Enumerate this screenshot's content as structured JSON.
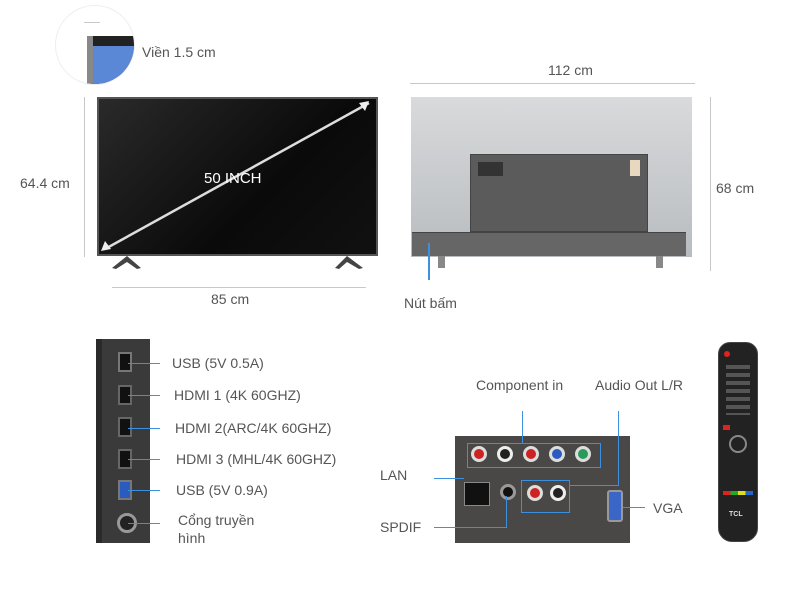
{
  "bezel": {
    "label": "Viền 1.5 cm"
  },
  "front": {
    "diagonal": "50 INCH",
    "height": "64.4 cm",
    "width": "85 cm"
  },
  "back": {
    "width": "112 cm",
    "height": "68 cm",
    "button_label": "Nút bấm"
  },
  "side_ports": [
    {
      "label": "USB (5V 0.5A)"
    },
    {
      "label": "HDMI 1 (4K 60GHZ)"
    },
    {
      "label": "HDMI 2(ARC/4K 60GHZ)"
    },
    {
      "label": "HDMI 3 (MHL/4K 60GHZ)"
    },
    {
      "label": "USB (5V 0.9A)"
    },
    {
      "label": "Cổng truyền hình"
    }
  ],
  "rear_ports": {
    "component": "Component in",
    "audio_out": "Audio Out L/R",
    "lan": "LAN",
    "spdif": "SPDIF",
    "vga": "VGA"
  },
  "remote": {
    "logo": "TCL"
  },
  "colors": {
    "accent": "#3d8fe0",
    "text": "#555555"
  }
}
